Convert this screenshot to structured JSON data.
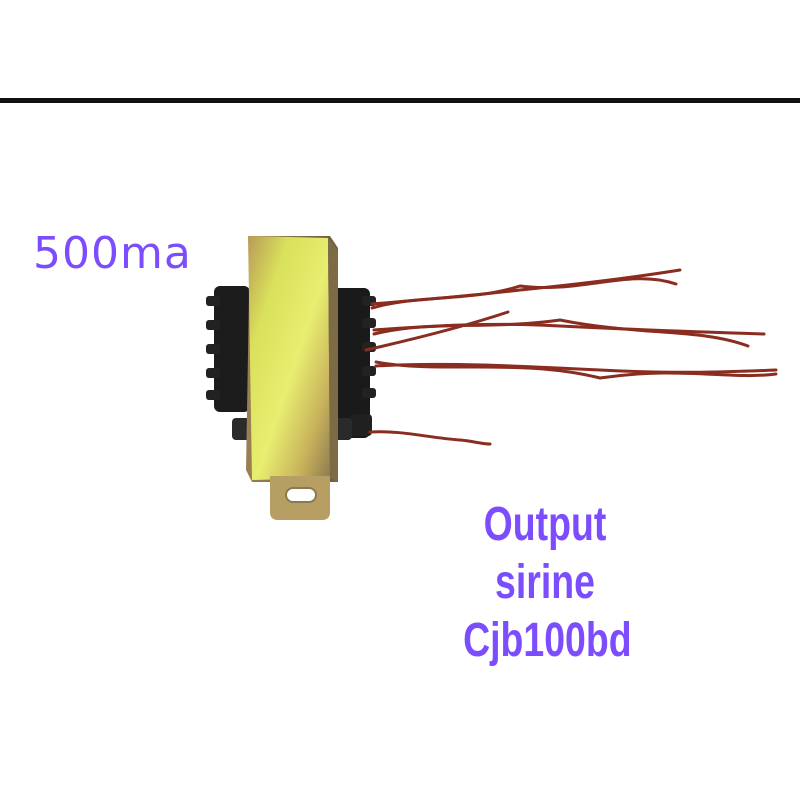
{
  "colors": {
    "label_text": "#7b4dff",
    "rule": "#111111",
    "bracket_light": "#e3e86a",
    "bracket_mid": "#c9b05a",
    "bracket_dark": "#8a7a52",
    "core": "#1b1b1b",
    "wire": "#8a2c1f"
  },
  "labels": {
    "current": "500ma",
    "output_line1": "Output",
    "output_line2": "sirine",
    "output_line3": "Cjb100bd"
  },
  "icons": {
    "product": "transformer-photo"
  }
}
